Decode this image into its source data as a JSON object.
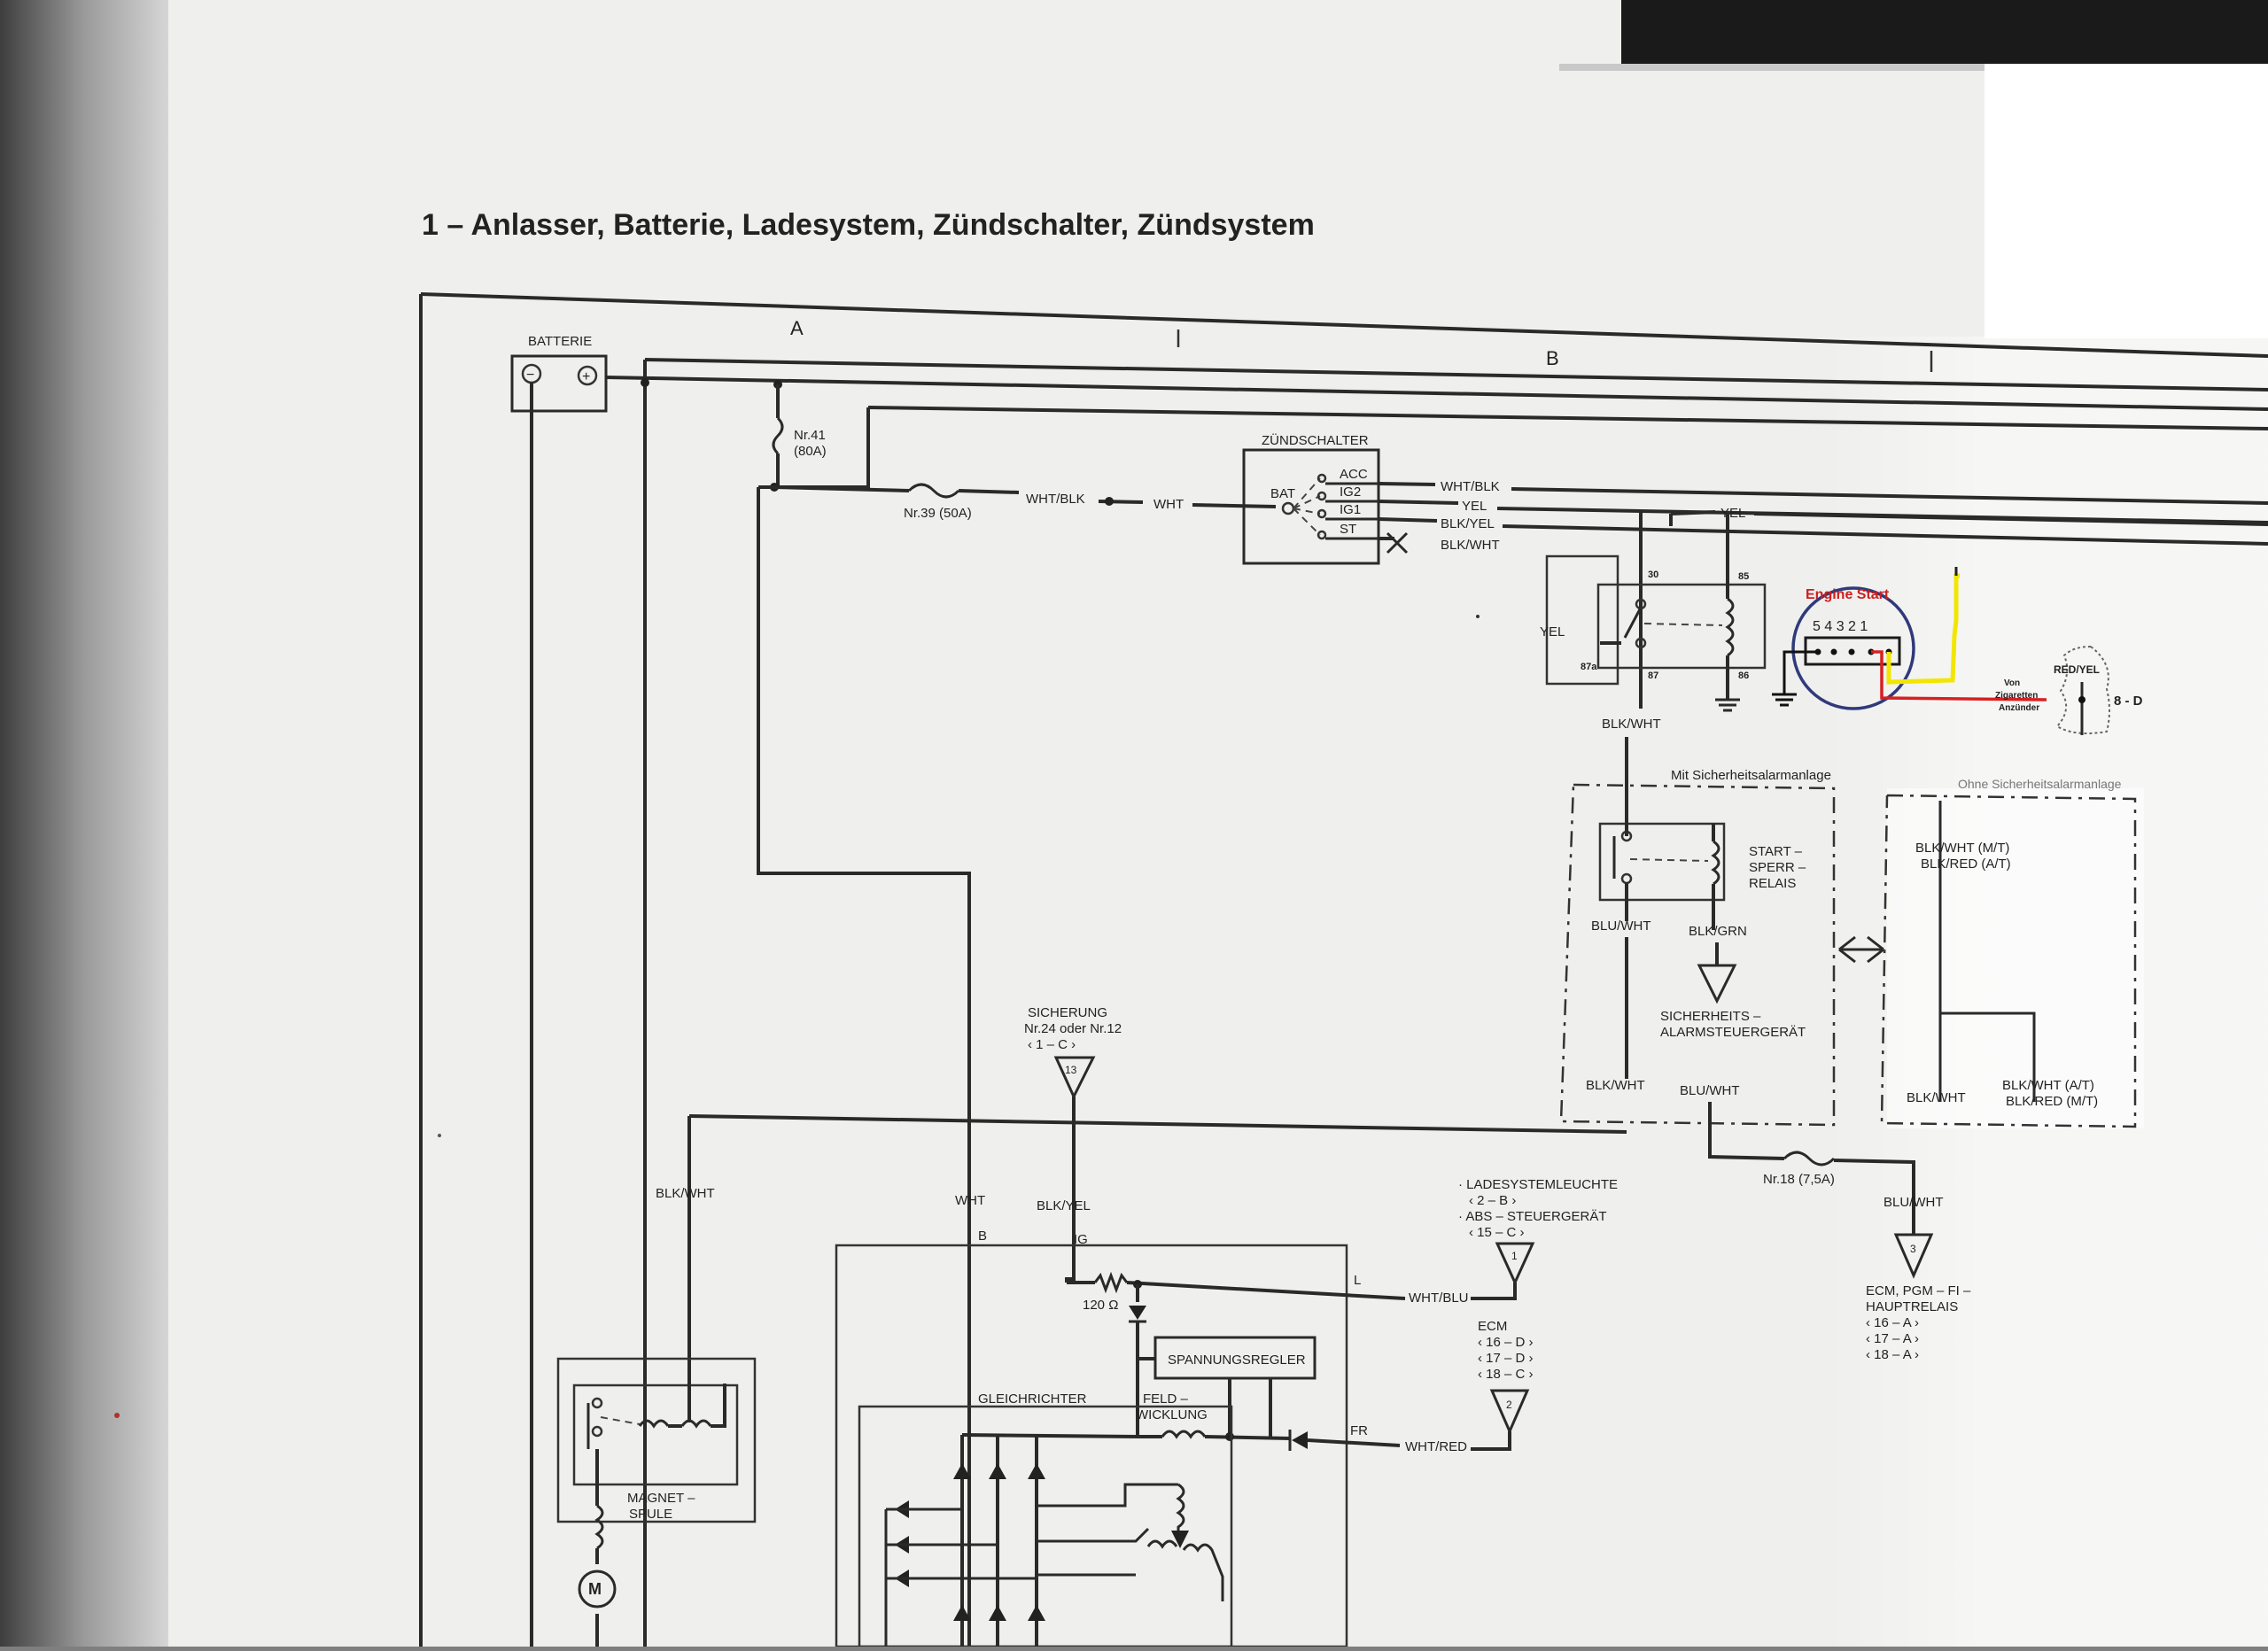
{
  "title": "1 – Anlasser, Batterie, Ladesystem, Zündschalter, Zündsystem",
  "zones": {
    "a": "A",
    "b": "B"
  },
  "battery": {
    "label": "BATTERIE",
    "minus": "−",
    "plus": "+"
  },
  "fuses": {
    "f41": "Nr.41",
    "f41b": "(80A)",
    "f39": "Nr.39 (50A)",
    "f18": "Nr.18 (7,5A)",
    "sich1": "SICHERUNG",
    "sich2": "Nr.24 oder Nr.12",
    "sich3": "‹ 1 – C ›",
    "sich_num": "13"
  },
  "ign": {
    "label": "ZÜNDSCHALTER",
    "bat": "BAT",
    "acc": "ACC",
    "ig2": "IG2",
    "ig1": "IG1",
    "st": "ST"
  },
  "wires": {
    "wht_blk_1": "WHT/BLK",
    "wht": "WHT",
    "wht_blk_2": "WHT/BLK",
    "yel": "YEL",
    "blk_yel": "BLK/YEL",
    "blk_wht": "BLK/WHT",
    "yel_r": "YEL",
    "yel_left": "YEL",
    "blk_wht_relay": "BLK/WHT",
    "blu_wht_1": "BLU/WHT",
    "blk_grn": "BLK/GRN",
    "blk_wht_2": "BLK/WHT",
    "blu_wht_2": "BLU/WHT",
    "blk_wht_left": "BLK/WHT",
    "wht_v": "WHT",
    "blk_yel_v": "BLK/YEL",
    "wht_blu": "WHT/BLU",
    "wht_red": "WHT/RED",
    "blu_wht_3": "BLU/WHT"
  },
  "relay": {
    "p30": "30",
    "p85": "85",
    "p87a": "87a",
    "p87": "87",
    "p86": "86"
  },
  "engine_start": {
    "title": "Engine Start",
    "pins": "5 4 3 2 1",
    "red_yel": "RED/YEL",
    "von": "Von",
    "zig": "Zigaretten",
    "anz": "Anzünder",
    "ref": "8 - D"
  },
  "alarm": {
    "with": "Mit Sicherheitsalarmanlage",
    "without": "Ohne Sicherheitsalarmanlage",
    "relais1": "START –",
    "relais2": "SPERR –",
    "relais3": "RELAIS",
    "ctl1": "SICHERHEITS –",
    "ctl2": "ALARMSTEUERGERÄT",
    "r_top1": "BLK/WHT (M/T)",
    "r_top2": "BLK/RED (A/T)",
    "r_bl": "BLK/WHT",
    "r_br1": "BLK/WHT (A/T)",
    "r_br2": "BLK/RED (M/T)"
  },
  "lade": {
    "l1": "· LADESYSTEMLEUCHTE",
    "l2": "‹ 2 – B ›",
    "l3": "· ABS – STEUERGERÄT",
    "l4": "‹ 15 – C ›",
    "num": "1"
  },
  "ecm1": {
    "l1": "ECM",
    "l2": "‹ 16 – D ›",
    "l3": "‹ 17 – D ›",
    "l4": "‹ 18 – C ›",
    "num": "2"
  },
  "ecm2": {
    "l1": "ECM, PGM – FI –",
    "l2": "HAUPTRELAIS",
    "l3": "‹ 16 – A ›",
    "l4": "‹ 17 – A ›",
    "l5": "‹ 18 – A ›",
    "num": "3"
  },
  "alt": {
    "b": "B",
    "ig": "IG",
    "l": "L",
    "fr": "FR",
    "r120": "120 Ω",
    "regler": "SPANNUNGSREGLER",
    "feld1": "FELD –",
    "feld2": "WICKLUNG",
    "gleich": "GLEICHRICHTER"
  },
  "starter": {
    "mag1": "MAGNET –",
    "mag2": "SPULE",
    "m": "M"
  }
}
